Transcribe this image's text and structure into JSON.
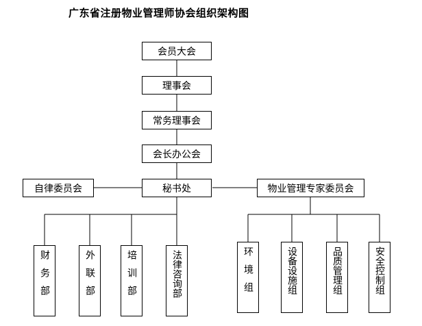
{
  "title": "广东省注册物业管理师协会组织架构图",
  "nodes": {
    "general_assembly": "会员大会",
    "council": "理事会",
    "standing_council": "常务理事会",
    "president_office": "会长办公会",
    "secretariat": "秘书处",
    "self_discipline_committee": "自律委员会",
    "expert_committee": "物业管理专家委员会"
  },
  "departments": [
    {
      "key": "finance",
      "label": "财务部"
    },
    {
      "key": "external",
      "label": "外联部"
    },
    {
      "key": "training",
      "label": "培训部"
    },
    {
      "key": "legal",
      "label": "法律咨询部"
    }
  ],
  "groups": [
    {
      "key": "environment",
      "label": "环境组"
    },
    {
      "key": "equipment",
      "label": "设备设施组"
    },
    {
      "key": "quality",
      "label": "品质管理组"
    },
    {
      "key": "security",
      "label": "安全控制组"
    }
  ]
}
